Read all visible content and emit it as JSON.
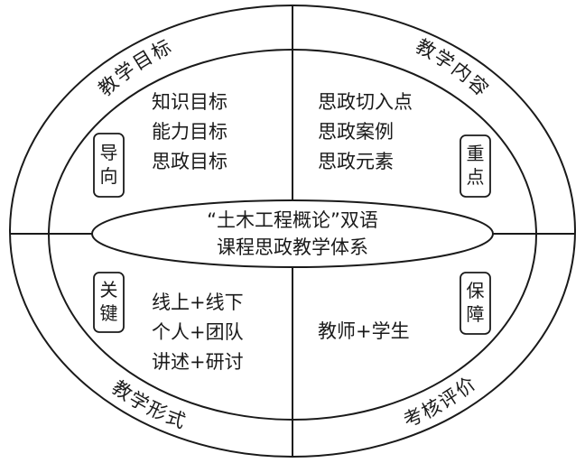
{
  "center": {
    "line1": "“土木工程概论”双语",
    "line2": "课程思政教学体系"
  },
  "quadrants": {
    "top_left": {
      "arc_label": "教学目标",
      "box_label": "导向",
      "items": [
        "知识目标",
        "能力目标",
        "思政目标"
      ]
    },
    "top_right": {
      "arc_label": "教学内容",
      "box_label": "重点",
      "items": [
        "思政切入点",
        "思政案例",
        "思政元素"
      ]
    },
    "bottom_left": {
      "arc_label": "教学形式",
      "box_label": "关键",
      "items": [
        "线上+线下",
        "个人+团队",
        "讲述+研讨"
      ]
    },
    "bottom_right": {
      "arc_label": "考核评价",
      "box_label": "保障",
      "items": [
        "教师+学生"
      ]
    }
  },
  "colors": {
    "stroke": "#1a1a1a",
    "background": "#ffffff"
  }
}
